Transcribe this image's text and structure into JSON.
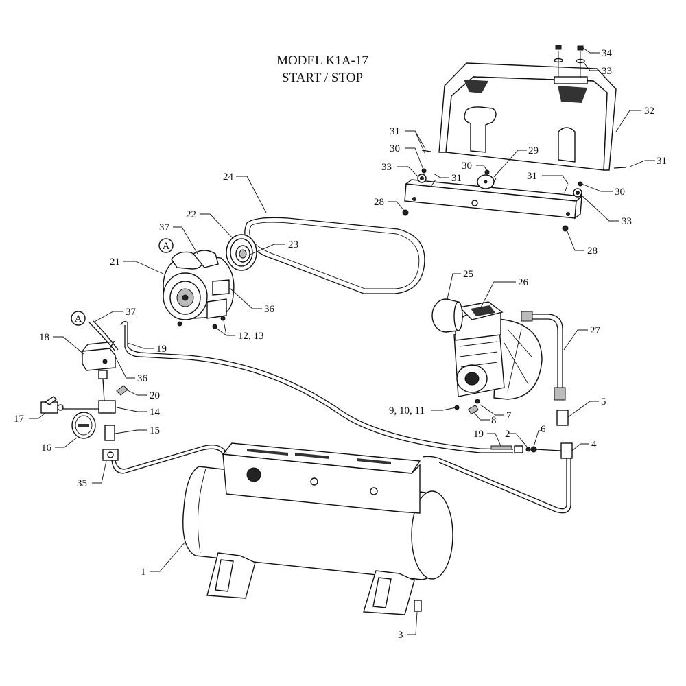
{
  "title": {
    "line1": "MODEL K1A-17",
    "line2": "START /  STOP"
  },
  "callouts": {
    "c1": "1",
    "c2": "2",
    "c3": "3",
    "c4": "4",
    "c5": "5",
    "c6": "6",
    "c7": "7",
    "c8": "8",
    "c9_11": "9, 10, 11",
    "c12_13": "12, 13",
    "c14": "14",
    "c15": "15",
    "c16": "16",
    "c17": "17",
    "c18": "18",
    "c19a": "19",
    "c19b": "19",
    "c20": "20",
    "c21": "21",
    "c22": "22",
    "c23": "23",
    "c24": "24",
    "c25": "25",
    "c26": "26",
    "c27": "27",
    "c28a": "28",
    "c28b": "28",
    "c29": "29",
    "c30a": "30",
    "c30b": "30",
    "c30c": "30",
    "c31a": "31",
    "c31b": "31",
    "c31c": "31",
    "c31d": "31",
    "c32": "32",
    "c33a": "33",
    "c33b": "33",
    "c33c": "33",
    "c34": "34",
    "c35": "35",
    "c36a": "36",
    "c36b": "36",
    "c37a": "37",
    "c37b": "37"
  },
  "ground_symbol": "A"
}
